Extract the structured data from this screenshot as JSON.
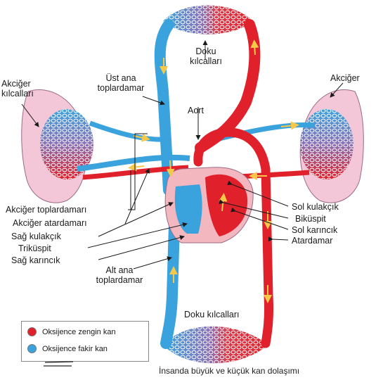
{
  "labels": {
    "tissue_capillaries_top": "Doku\nkılcalları",
    "lung_capillaries_left": "Akciğer\nkılcalları",
    "superior_vena_cava": "Üst ana\ntoplardamar",
    "aorta": "Aort",
    "lung_right": "Akciğer",
    "pulmonary_vein": "Akciğer toplardamarı",
    "pulmonary_artery": "Akciğer atardamarı",
    "right_atrium": "Sağ kulakçık",
    "tricuspid": "Triküspit",
    "right_ventricle": "Sağ karıncık",
    "inferior_vena_cava": "Alt ana\ntoplardamar",
    "left_atrium": "Sol kulakçık",
    "bicuspid": "Biküspit",
    "left_ventricle": "Sol karıncık",
    "artery": "Atardamar",
    "tissue_capillaries_bottom": "Doku kılcalları"
  },
  "legend": {
    "oxygen_rich": "Oksijence zengin kan",
    "oxygen_poor": "Oksijence fakir kan"
  },
  "caption": "İnsanda büyük ve küçük kan dolaşımı",
  "colors": {
    "oxygen_rich": "#e0202a",
    "oxygen_poor": "#3aa3dd",
    "lung_fill": "#f3c6d8",
    "heart_fill": "#f2b7bf"
  }
}
